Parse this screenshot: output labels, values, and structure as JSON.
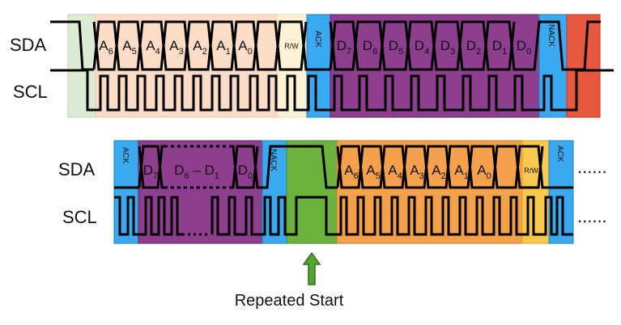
{
  "signals": {
    "sda": "SDA",
    "scl": "SCL"
  },
  "row1": {
    "address_bits": [
      "A6",
      "A5",
      "A4",
      "A3",
      "A2",
      "A1",
      "A0"
    ],
    "rw": "R/W",
    "ack": "ACK",
    "data_bits": [
      "D7",
      "D6",
      "D5",
      "D4",
      "D3",
      "D2",
      "D1",
      "D0"
    ],
    "nack": "NACK"
  },
  "row2": {
    "ack": "ACK",
    "data_first": "D7",
    "data_range": "D6 – D1",
    "data_last": "D0",
    "nack": "NACK",
    "address_bits": [
      "A6",
      "A5",
      "A4",
      "A3",
      "A2",
      "A1",
      "A0"
    ],
    "rw": "R/W",
    "ack_end": "ACK",
    "continuation": "......",
    "scl_gap": "....."
  },
  "annotation": {
    "repeated_start": "Repeated Start"
  },
  "colors": {
    "start": "#dcebd3",
    "address_light": "#fbdcc7",
    "rw_light": "#fdf1d3",
    "ack": "#3ba9f0",
    "data": "#8e3e8e",
    "stop": "#e8573f",
    "address_strong": "#f5a04b",
    "rw_strong": "#f9c94e",
    "repeated_start": "#6cb23f",
    "arrow": "#56a332"
  }
}
